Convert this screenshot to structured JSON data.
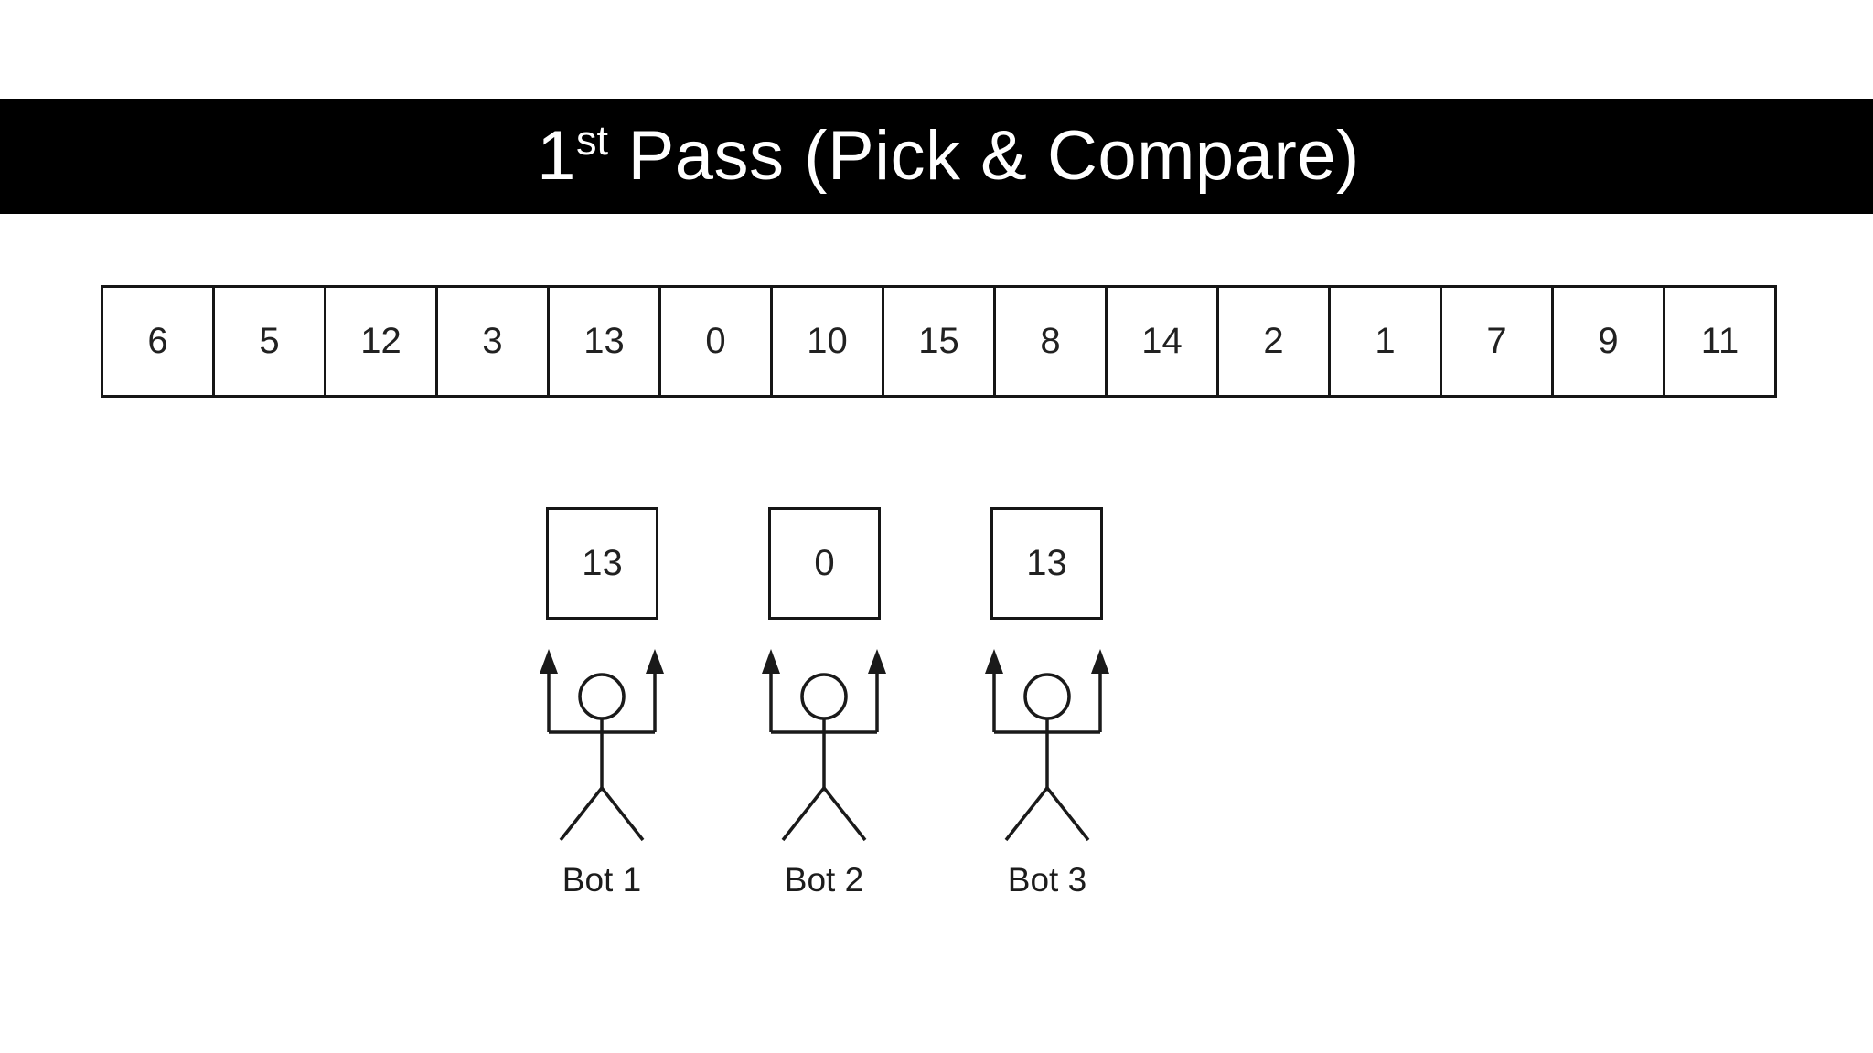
{
  "title": {
    "number": "1",
    "ordinal_suffix": "st",
    "rest": " Pass (Pick & Compare)"
  },
  "array": {
    "values": [
      "6",
      "5",
      "12",
      "3",
      "13",
      "0",
      "10",
      "15",
      "8",
      "14",
      "2",
      "1",
      "7",
      "9",
      "11"
    ]
  },
  "bots": [
    {
      "label": "Bot 1",
      "held_value": "13"
    },
    {
      "label": "Bot 2",
      "held_value": "0"
    },
    {
      "label": "Bot 3",
      "held_value": "13"
    }
  ],
  "colors": {
    "banner_bg": "#000000",
    "banner_text": "#ffffff",
    "line": "#1a1a1a",
    "background": "#ffffff"
  }
}
